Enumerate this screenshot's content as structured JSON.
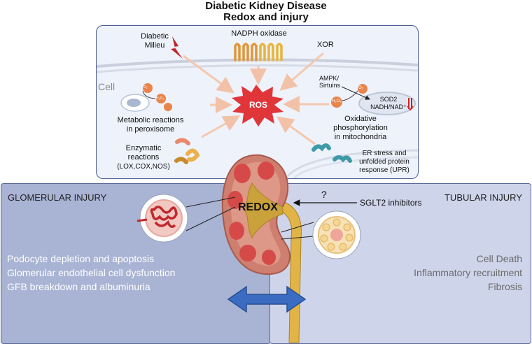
{
  "header": {
    "title_line1": "Diabetic Kidney Disease",
    "title_line2": "Redox and injury"
  },
  "cell": {
    "cell_label": "Cell",
    "ros_label": "ROS",
    "sources": {
      "diabetic_milieu": [
        "Diabetic",
        "Milieu"
      ],
      "nadph_oxidase": "NADPH oxidase",
      "xor": "XOR",
      "peroxisome": [
        "Metabolic reactions",
        "in peroxisome"
      ],
      "enzymatic": [
        "Enzymatic",
        "reactions",
        "(LOX,COX,NOS)"
      ],
      "ampk": [
        "AMPK/",
        "Sirtuins"
      ],
      "mito_box": [
        "SOD2",
        "NADH/NAD⁺"
      ],
      "oxphos": [
        "Oxidative",
        "phosphorylation",
        "in mitochondria"
      ],
      "er_stress": [
        "ER stress and",
        "unfolded protein",
        "response (UPR)"
      ]
    },
    "molecules": {
      "o2": "O₂",
      "h2o2": "H₂O₂"
    }
  },
  "glomerular": {
    "title": "GLOMERULAR INJURY",
    "items": [
      "Podocyte depletion and apoptosis",
      "Glomerular endothelial cell dysfunction",
      "GFB breakdown and albuminuria"
    ]
  },
  "tubular": {
    "title": "TUBULAR INJURY",
    "items": [
      "Cell Death",
      "Inflammatory recruitment",
      "Fibrosis"
    ]
  },
  "kidney": {
    "redox_label": "REDOX",
    "question_mark": "?",
    "sglt2_label": "SGLT2 inhibitors"
  },
  "colors": {
    "cell_bg": "#eef2fb",
    "panel_left": "#a9b3d4",
    "panel_right": "#ced4ea",
    "kidney": "#cf7f6f",
    "ros": "#e0363a",
    "arrow_blue": "#3a6cc2",
    "ochre": "#b8901e"
  }
}
